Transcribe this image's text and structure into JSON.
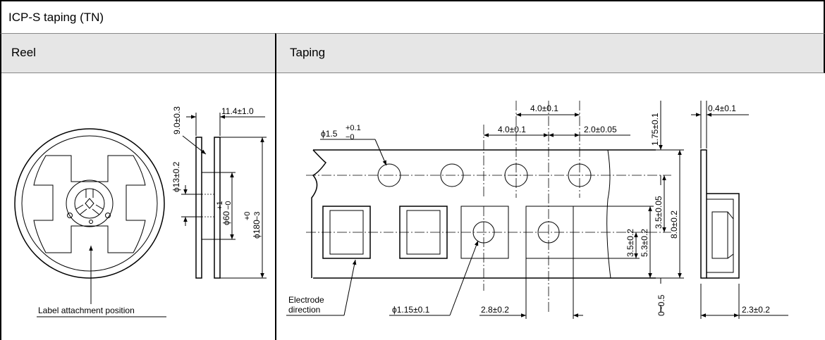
{
  "title": "ICP-S taping (TN)",
  "sections": {
    "reel": {
      "header": "Reel",
      "labels": {
        "flange_gap": "9.0±0.3",
        "width": "11.4±1.0",
        "hub_hole": "ϕ13±0.2",
        "hub_dia": "ϕ60",
        "hub_tol_plus": "+1",
        "hub_tol_minus": "−0",
        "reel_dia": "ϕ180",
        "reel_tol_plus": "+0",
        "reel_tol_minus": "−3",
        "label_position": "Label attachment position"
      }
    },
    "taping": {
      "header": "Taping",
      "labels": {
        "pitch_top": "4.0±0.1",
        "pitch_sprocket": "4.0±0.1",
        "sprocket_offset": "2.0±0.05",
        "sprocket_hole": "ϕ1.5",
        "sprocket_tol_plus": "+0.1",
        "sprocket_tol_minus": "−0",
        "edge_to_hole": "1.75±0.1",
        "hole_to_pocket": "3.5±0.05",
        "tape_width": "8.0±0.2",
        "pocket_half": "3.5±0.2",
        "pocket_length": "5.3±0.2",
        "thickness": "0.4±0.1",
        "electrode_1": "Electrode",
        "electrode_2": "direction",
        "pocket_hole": "ϕ1.15±0.1",
        "pocket_width": "2.8±0.2",
        "depth_tol": "0~0.5",
        "pocket_depth": "2.3±0.2"
      }
    }
  }
}
